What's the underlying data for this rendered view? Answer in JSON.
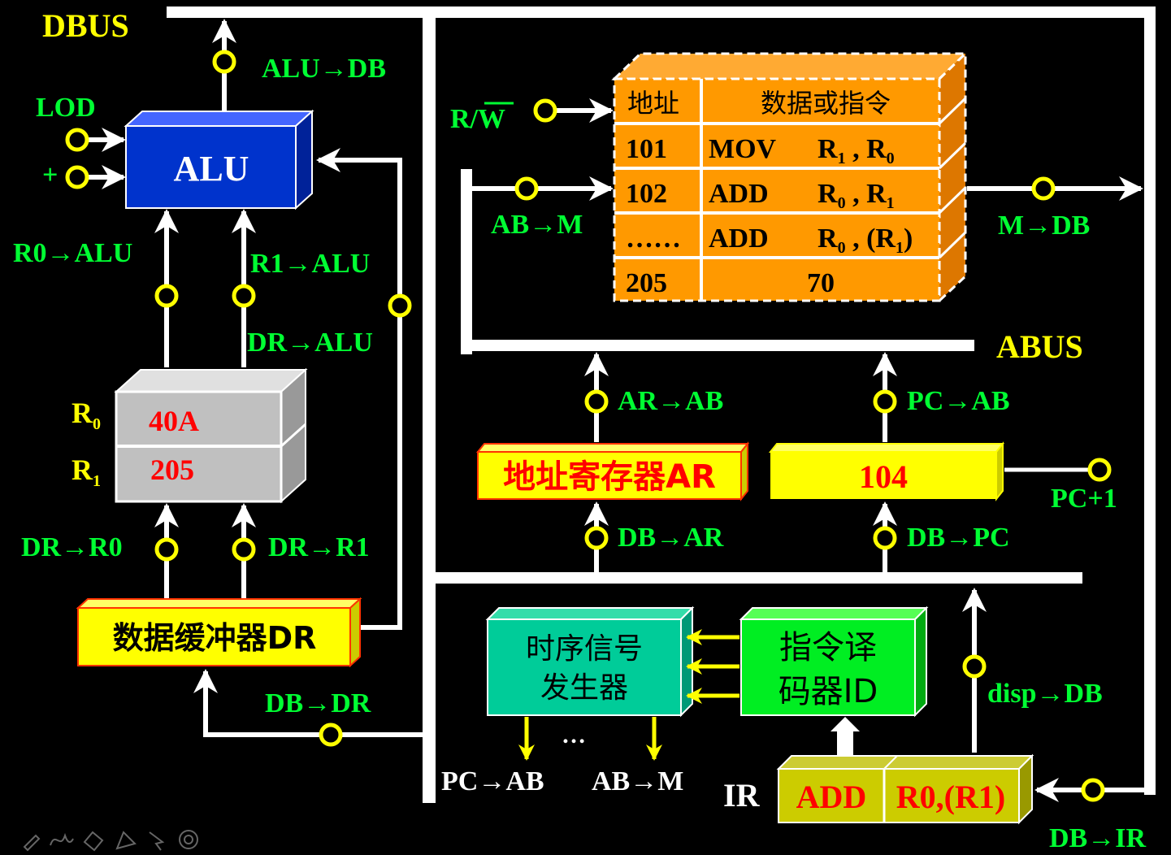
{
  "bus_labels": {
    "dbus": "DBUS",
    "abus": "ABUS"
  },
  "alu": {
    "label": "ALU",
    "inputs": [
      "LOD",
      "+"
    ],
    "out_ctrl": "ALU→DB",
    "in_r0": "R0→ALU",
    "in_r1": "R1→ALU",
    "in_dr": "DR→ALU"
  },
  "registers": {
    "r0_name": "R",
    "r0_sub": "0",
    "r0_value": "40A",
    "r1_name": "R",
    "r1_sub": "1",
    "r1_value": "205",
    "ctrl_r0": "DR→R0",
    "ctrl_r1": "DR→R1"
  },
  "dr": {
    "label": "数据缓冲器DR",
    "ctrl": "DB→DR"
  },
  "memory": {
    "rw_label": "R/W",
    "ab_m": "AB→M",
    "m_db": "M→DB",
    "header_addr": "地址",
    "header_data": "数据或指令",
    "rows": [
      {
        "addr": "101",
        "op": "MOV",
        "arg": "R1 , R0"
      },
      {
        "addr": "102",
        "op": "ADD",
        "arg": "R0 , R1"
      },
      {
        "addr": "……",
        "op": "ADD",
        "arg": "R0 , (R1)"
      },
      {
        "addr": "205",
        "op": "",
        "arg": "70"
      }
    ]
  },
  "ar": {
    "label": "地址寄存器AR",
    "out": "AR→AB",
    "in": "DB→AR"
  },
  "pc": {
    "value": "104",
    "out": "PC→AB",
    "in": "DB→PC",
    "inc": "PC+1"
  },
  "timing": {
    "line1": "时序信号",
    "line2": "发生器",
    "out1": "PC→AB",
    "dots": "…",
    "out2": "AB→M"
  },
  "decoder": {
    "line1": "指令译",
    "line2": "码器ID"
  },
  "ir": {
    "label": "IR",
    "op": "ADD",
    "arg": "R0,(R1)",
    "disp": "disp→DB",
    "in": "DB→IR"
  },
  "colors": {
    "bus": "#ffffff",
    "ctrl": "#00ff33",
    "gate": "#ffff00",
    "alu": "#0033cc",
    "reg": "#c0c0c0",
    "mem": "#ff9900",
    "timing": "#00cc99",
    "decoder": "#00ee22"
  }
}
